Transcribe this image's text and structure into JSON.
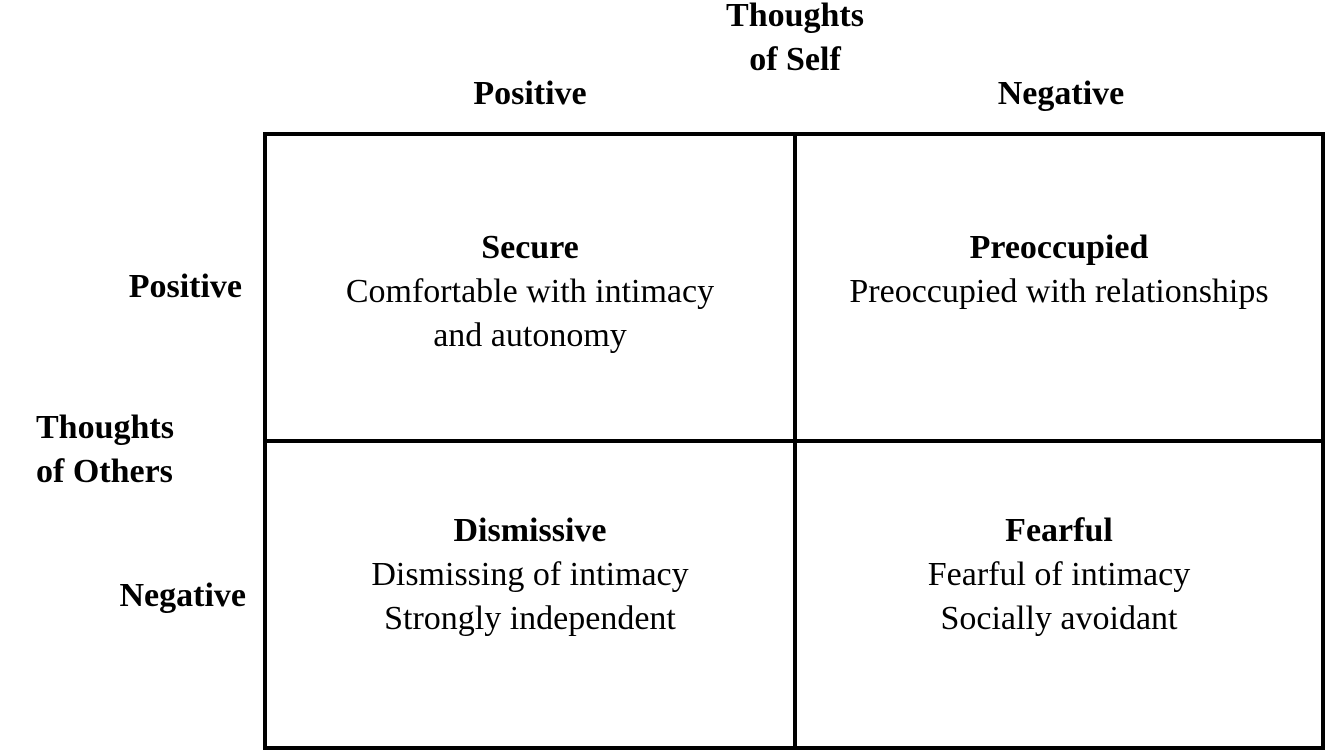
{
  "axes": {
    "self_title": [
      "Thoughts",
      "of Self"
    ],
    "others_title": [
      "Thoughts",
      "of Others"
    ],
    "col_positive": "Positive",
    "col_negative": "Negative",
    "row_positive": "Positive",
    "row_negative": "Negative"
  },
  "quadrants": [
    {
      "name": "Secure",
      "lines": [
        "Comfortable with intimacy",
        "and autonomy"
      ]
    },
    {
      "name": "Preoccupied",
      "lines": [
        "Preoccupied with relationships"
      ]
    },
    {
      "name": "Dismissive",
      "lines": [
        "Dismissing of intimacy",
        "Strongly independent"
      ]
    },
    {
      "name": "Fearful",
      "lines": [
        "Fearful of intimacy",
        "Socially avoidant"
      ]
    }
  ]
}
